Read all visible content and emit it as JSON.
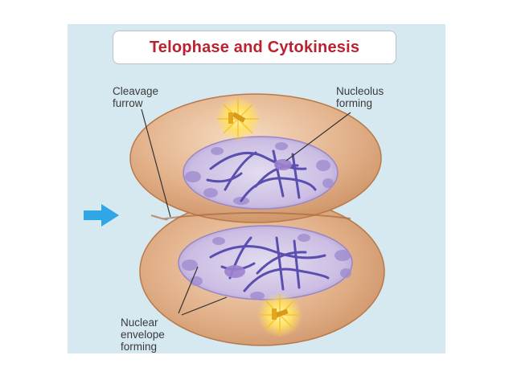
{
  "title": "Telophase and Cytokinesis",
  "labels": {
    "cleavage_furrow": [
      "Cleavage",
      "furrow"
    ],
    "nucleolus_forming": [
      "Nucleolus",
      "forming"
    ],
    "nuclear_envelope_forming": [
      "Nuclear",
      "envelope",
      "forming"
    ]
  },
  "colors": {
    "title": "#b8232f",
    "background_panel": "#d6e9f1",
    "cell": "#d9a27a",
    "nucleus": "#c8b8e0",
    "chromosome": "#5a4fb0",
    "centrosome": "#f5c228",
    "arrow": "#2fa6e6"
  },
  "icons": [
    "centrosome-icon",
    "arrow-icon"
  ]
}
